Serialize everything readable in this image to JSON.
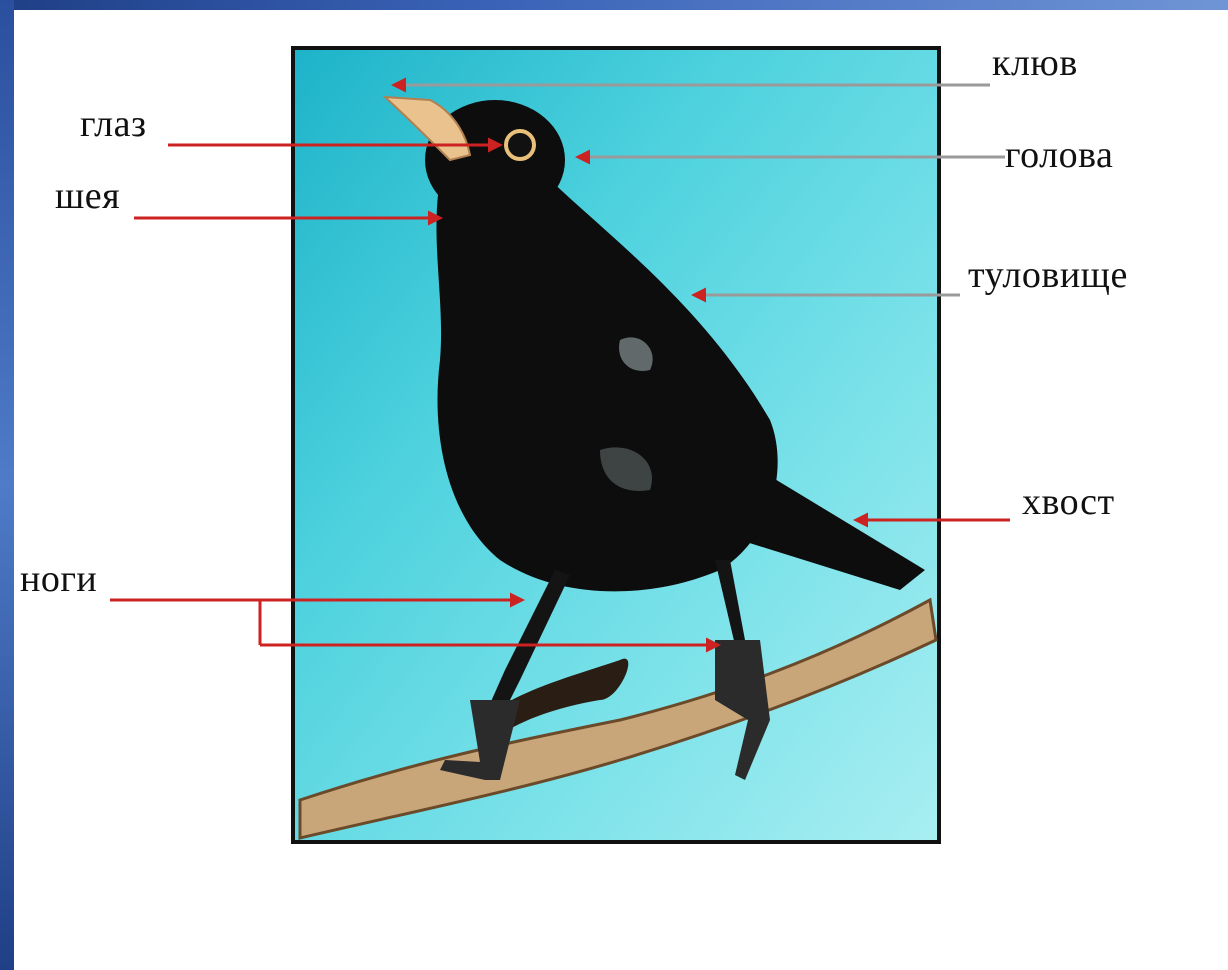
{
  "diagram": {
    "labels": {
      "beak": "клюв",
      "eye": "глаз",
      "head": "голова",
      "neck": "шея",
      "body": "туловище",
      "tail": "хвост",
      "legs": "ноги"
    }
  },
  "colors": {
    "sky": "#39c8d8",
    "bird": "#0d0d0d",
    "leader_line": "#cc2222",
    "branch": "#c9a57a"
  }
}
